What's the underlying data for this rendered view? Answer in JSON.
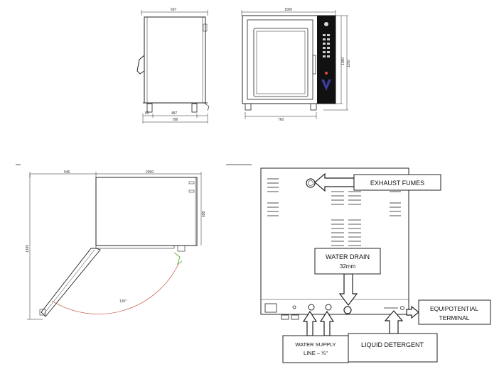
{
  "side_view": {
    "dim_top": "697",
    "dim_bottom_left": "80",
    "dim_bottom_mid": "487",
    "dim_bottom_total": "796"
  },
  "front_view": {
    "dim_top": "1000",
    "dim_right_inner": "1080",
    "dim_right_outer": "1150",
    "dim_bottom": "760"
  },
  "plan_view": {
    "dim_top_left": "546",
    "dim_top_right": "2000",
    "dim_right": "698",
    "dim_left": "1345",
    "dim_arc": "130°"
  },
  "rear_view": {
    "callouts": {
      "exhaust": "EXHAUST FUMES",
      "drain_line1": "WATER DRAIN",
      "drain_line2": "32mm",
      "equipotential_line1": "EQUIPOTENTIAL",
      "equipotential_line2": "TERMINAL",
      "water_supply_line1": "WATER SUPPLY",
      "water_supply_line2": "LINE – ¾\"",
      "detergent": "LIQUID DETERGENT"
    }
  },
  "colors": {
    "line": "#222222",
    "control_panel": "#111111",
    "arc": "#c0392b",
    "sensor": "#6ab04c",
    "logo_accent": "#3b3b9b"
  }
}
